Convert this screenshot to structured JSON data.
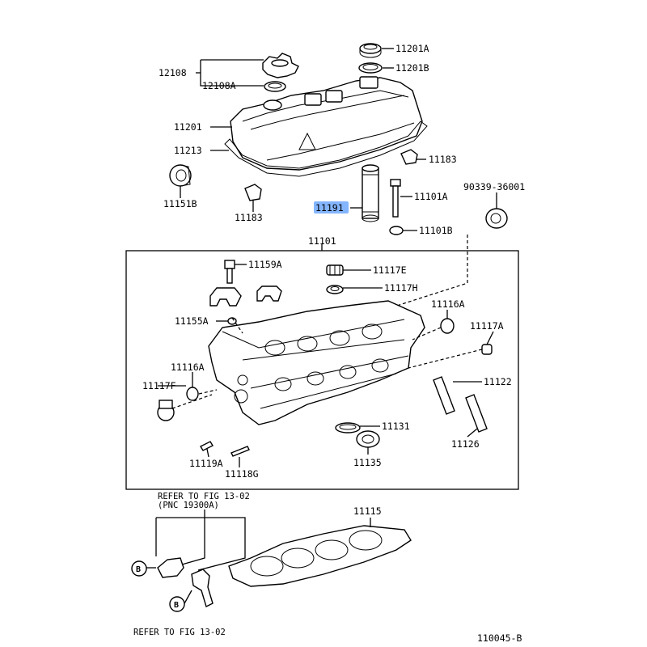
{
  "diagram": {
    "highlight_color": "#6fa8ff",
    "labels": {
      "p11201A": "11201A",
      "p11201B": "11201B",
      "p12108": "12108",
      "p12108A": "12108A",
      "p11201": "11201",
      "p11213": "11213",
      "p11183a": "11183",
      "p11183b": "11183",
      "p11151B": "11151B",
      "p11191": "11191",
      "p11101A": "11101A",
      "p11101B": "11101B",
      "p90339": "90339-36001",
      "p11101": "11101",
      "p11159A": "11159A",
      "p11117E": "11117E",
      "p11117H": "11117H",
      "p11116A_r": "11116A",
      "p11117A": "11117A",
      "p11155A": "11155A",
      "p11116A_l": "11116A",
      "p11117F": "11117F",
      "p11122": "11122",
      "p11131": "11131",
      "p11126": "11126",
      "p11135": "11135",
      "p11119A": "11119A",
      "p11118G": "11118G",
      "p11115": "11115",
      "ref_top": "REFER TO FIG 13-02",
      "pnc": "(PNC 19300A)",
      "ref_bottom": "REFER TO FIG 13-02",
      "circle_b1": "B",
      "circle_b2": "B",
      "figure_id": "110045-B"
    }
  }
}
